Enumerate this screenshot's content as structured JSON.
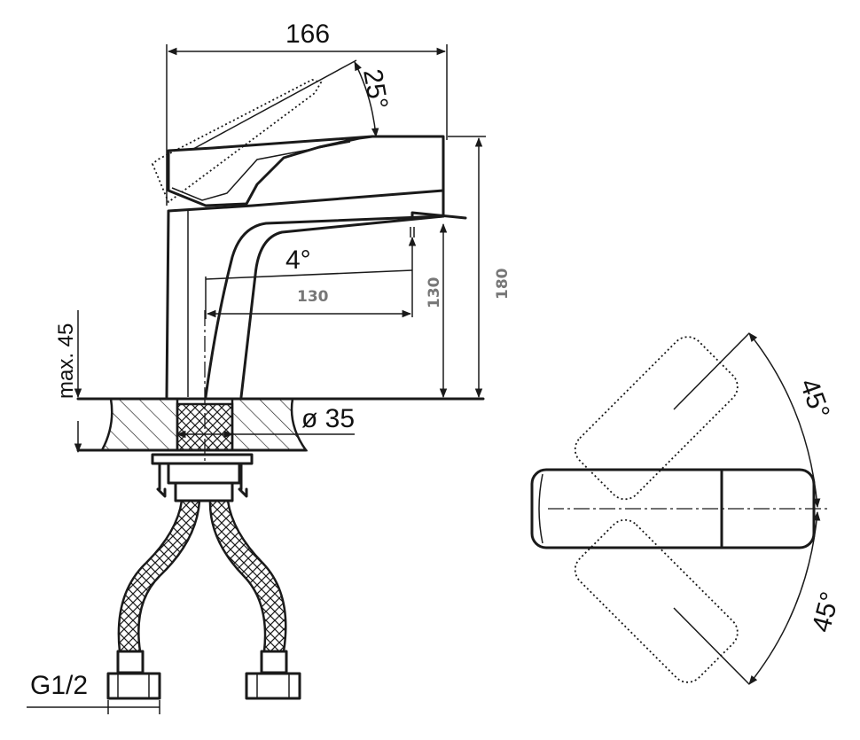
{
  "dimensions": {
    "width_166": "166",
    "lever_angle": "25°",
    "spout_angle": "4°",
    "reach_130": "130",
    "spout_height_130": "130",
    "total_height_180": "180",
    "max_thickness": "max. 45",
    "hole_diameter": "ø 35",
    "thread": "G1/2",
    "rotation_up": "45°",
    "rotation_down": "45°"
  },
  "colors": {
    "line": "#1a1a1a",
    "gray_label": "#777777",
    "background": "#ffffff"
  }
}
